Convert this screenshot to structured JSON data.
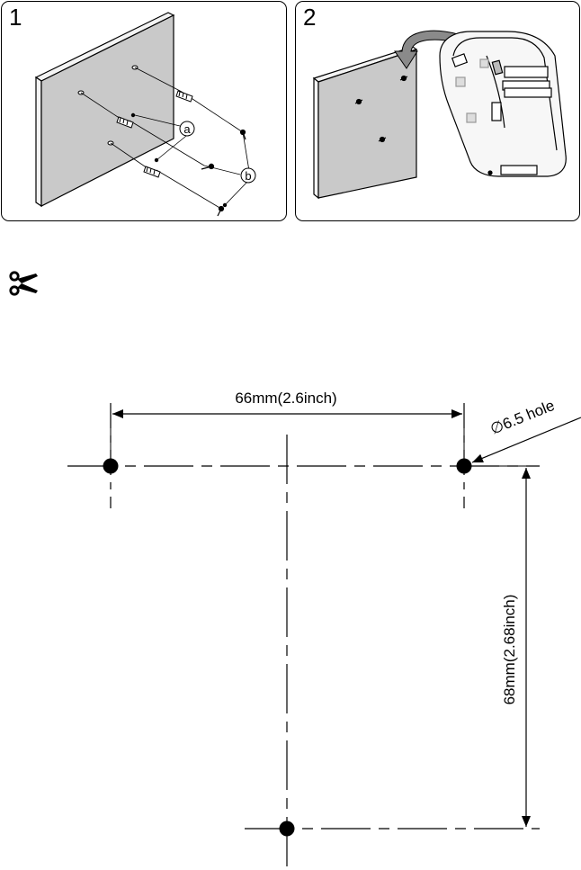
{
  "steps": [
    {
      "number": "1",
      "callouts": {
        "a": "a",
        "b": "b"
      }
    },
    {
      "number": "2"
    }
  ],
  "cut_icon": "scissors-icon",
  "template": {
    "horizontal_dimension": "66mm(2.6inch)",
    "vertical_dimension": "68mm(2.68inch)",
    "hole_label": "∅6.5 hole"
  }
}
